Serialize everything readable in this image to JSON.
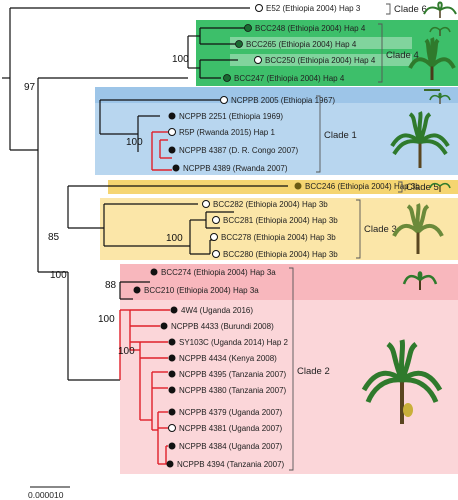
{
  "tree": {
    "taxa": {
      "e52": "E52 (Ethiopia 2004) Hap 3",
      "bcc248": "BCC248 (Ethiopia 2004) Hap 4",
      "bcc265": "BCC265 (Ethiopia 2004) Hap 4",
      "bcc250": "BCC250 (Ethiopia 2004) Hap 4",
      "bcc247": "BCC247 (Ethiopia 2004) Hap 4",
      "ncppb2005": "NCPPB 2005 (Ethiopia 1967)",
      "ncppb2251": "NCPPB 2251 (Ethiopia 1969)",
      "r5p": "R5P (Rwanda 2015) Hap 1",
      "ncppb4387": "NCPPB 4387 (D. R. Congo 2007)",
      "ncppb4389": "NCPPB 4389 (Rwanda 2007)",
      "bcc246": "BCC246 (Ethiopia 2004) Hap 3b",
      "bcc282": "BCC282 (Ethiopia 2004) Hap 3b",
      "bcc281": "BCC281 (Ethiopia 2004) Hap 3b",
      "bcc278": "BCC278 (Ethiopia 2004) Hap 3b",
      "bcc280": "BCC280 (Ethiopia 2004) Hap 3b",
      "bcc274": "BCC274 (Ethiopia 2004) Hap 3a",
      "bcc210": "BCC210 (Ethiopia 2004) Hap 3a",
      "w4w4": "4W4 (Uganda 2016)",
      "ncppb4433": "NCPPB 4433 (Burundi 2008)",
      "sy103c": "SY103C (Uganda 2014) Hap 2",
      "ncppb4434": "NCPPB 4434 (Kenya 2008)",
      "ncppb4395": "NCPPB 4395 (Tanzania 2007)",
      "ncppb4380": "NCPPB 4380 (Tanzania 2007)",
      "ncppb4379": "NCPPB 4379 (Uganda 2007)",
      "ncppb4381": "NCPPB 4381 (Uganda 2007)",
      "ncppb4384": "NCPPB 4384 (Uganda 2007)",
      "ncppb4394": "NCPPB 4394 (Tanzania 2007)"
    },
    "support": {
      "n97": "97",
      "n100_clade4": "100",
      "n100_clade1": "100",
      "n85": "85",
      "n100_clade3": "100",
      "n100_root2": "100",
      "n88": "88",
      "n100_clade2a": "100",
      "n100_clade2b": "100"
    },
    "clades": {
      "c6": "Clade 6",
      "c4": "Clade 4",
      "c1": "Clade 1",
      "c5": "Clade 5",
      "c3": "Clade 3",
      "c2": "Clade 2"
    },
    "scale_bar": "0.000010",
    "colors": {
      "clade4": "#3dbf6a",
      "clade4_light": "#b9e6c6",
      "clade1": "#b8d6ef",
      "clade3_5": "#fbe6a8",
      "clade5_band": "#f5d571",
      "clade2": "#fbd6d9",
      "clade2_top": "#f8b7bd",
      "red_branch": "#e0202a",
      "black_branch": "#111111",
      "filled_dot": "#111111",
      "olive_dot": "#6b5a12",
      "plant_green": "#2f7a2c"
    }
  }
}
